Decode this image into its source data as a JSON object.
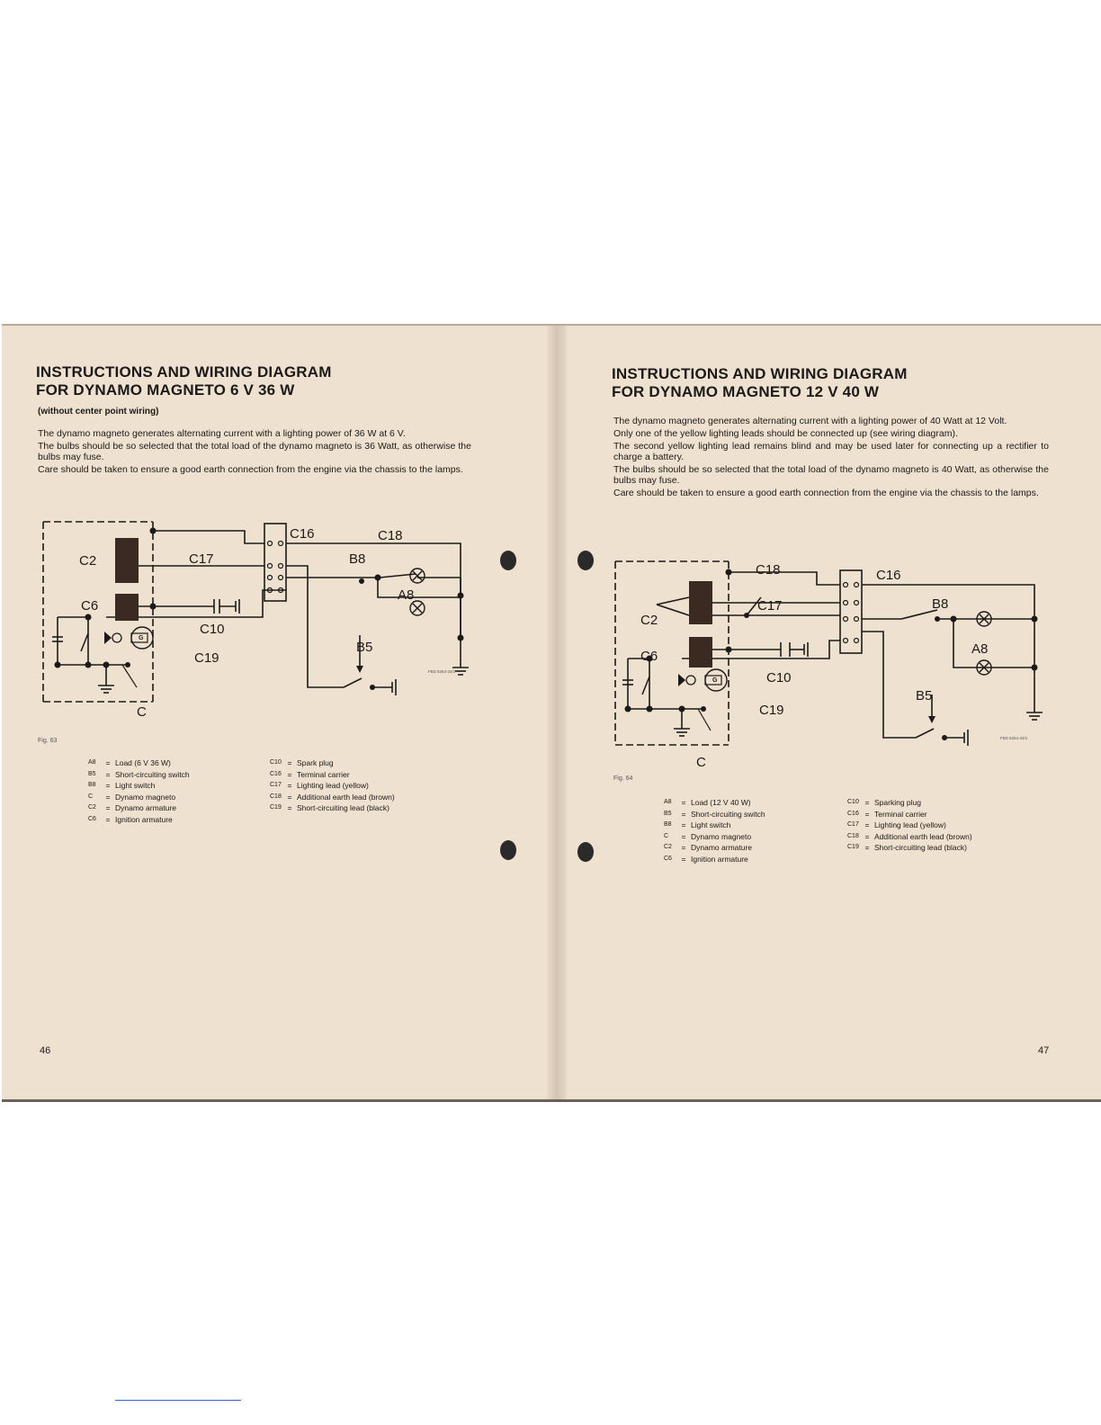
{
  "left_page": {
    "title_line1": "INSTRUCTIONS AND WIRING DIAGRAM",
    "title_line2": "FOR DYNAMO MAGNETO 6 V 36 W",
    "subtitle": "(without center point wiring)",
    "paragraphs": [
      "The dynamo magneto generates alternating current with a lighting power of 36 W at 6 V.",
      "The bulbs should be so selected that the total load of the dynamo magneto is 36 Watt, as otherwise the bulbs may fuse.",
      "Care should be taken to ensure a good earth connection from the engine via the chassis to the lamps."
    ],
    "diagram_labels": {
      "c16": "C16",
      "c18": "C18",
      "c17": "C17",
      "c2": "C2",
      "b8": "B8",
      "a8": "A8",
      "c6": "C6",
      "c10": "C10",
      "c19": "C19",
      "b5": "B5",
      "c": "C",
      "g": "G",
      "ref": "FBS 5264-34/2"
    },
    "figure": "Fig. 63",
    "legend_col1": [
      {
        "code": "A8",
        "text": "Load (6 V 36 W)"
      },
      {
        "code": "B5",
        "text": "Short-circuiting switch"
      },
      {
        "code": "B8",
        "text": "Light switch"
      },
      {
        "code": "C",
        "text": "Dynamo magneto"
      },
      {
        "code": "C2",
        "text": "Dynamo armature"
      },
      {
        "code": "C6",
        "text": "Ignition armature"
      }
    ],
    "legend_col2": [
      {
        "code": "C10",
        "text": "Spark plug"
      },
      {
        "code": "C16",
        "text": "Terminal carrier"
      },
      {
        "code": "C17",
        "text": "Lighting lead (yellow)"
      },
      {
        "code": "C18",
        "text": "Additional earth lead (brown)"
      },
      {
        "code": "C19",
        "text": "Short-circuiting lead (black)"
      }
    ],
    "page_number": "46"
  },
  "right_page": {
    "title_line1": "INSTRUCTIONS AND WIRING DIAGRAM",
    "title_line2": "FOR DYNAMO MAGNETO 12 V 40 W",
    "paragraphs": [
      "The dynamo magneto generates alternating current with a lighting power of 40 Watt at 12 Volt.",
      "Only one of the yellow lighting leads should be connected up (see wiring diagram).",
      "The second yellow lighting lead remains blind and may be used later for connecting up a rectifier to charge a battery.",
      "The bulbs should be so selected that the total load of the dynamo magneto is 40 Watt, as otherwise the bulbs may fuse.",
      "Care should be taken to ensure a good earth connection from the engine via the chassis to the lamps."
    ],
    "diagram_labels": {
      "c18": "C18",
      "c16": "C16",
      "c17": "C17",
      "c2": "C2",
      "b8": "B8",
      "a8": "A8",
      "c6": "C6",
      "c10": "C10",
      "c19": "C19",
      "b5": "B5",
      "c": "C",
      "g": "G",
      "ref": "FBS 5254-34/1"
    },
    "figure": "Fig. 64",
    "legend_col1": [
      {
        "code": "A8",
        "text": "Load (12 V 40 W)"
      },
      {
        "code": "B5",
        "text": "Short-circuiting switch"
      },
      {
        "code": "B8",
        "text": "Light switch"
      },
      {
        "code": "C",
        "text": "Dynamo magneto"
      },
      {
        "code": "C2",
        "text": "Dynamo armature"
      },
      {
        "code": "C6",
        "text": "Ignition armature"
      }
    ],
    "legend_col2": [
      {
        "code": "C10",
        "text": "Sparking plug"
      },
      {
        "code": "C16",
        "text": "Terminal carrier"
      },
      {
        "code": "C17",
        "text": "Lighting lead (yellow)"
      },
      {
        "code": "C18",
        "text": "Additional earth lead (brown)"
      },
      {
        "code": "C19",
        "text": "Short-circuiting lead (black)"
      }
    ],
    "page_number": "47"
  },
  "colors": {
    "paper": "#efe1cf",
    "ink": "#1c1a18",
    "armature_fill": "#3a2a22"
  }
}
